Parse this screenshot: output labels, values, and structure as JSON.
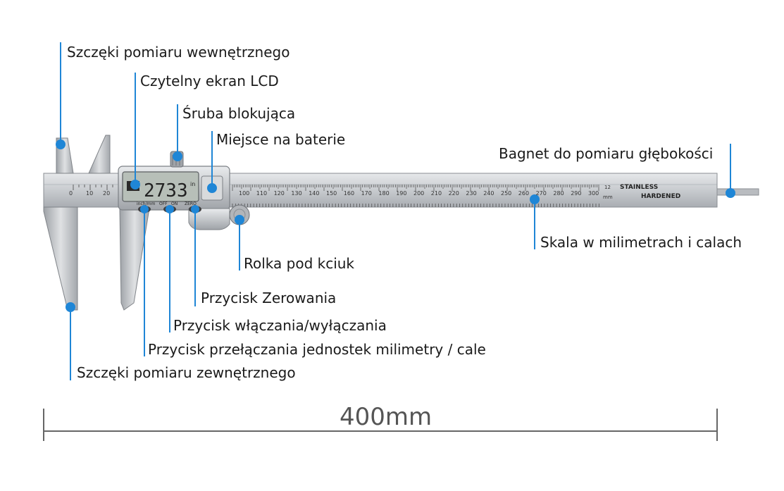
{
  "labels": {
    "inner_jaws": "Szczęki pomiaru wewnętrznego",
    "lcd": "Czytelny ekran LCD",
    "lock_screw": "Śruba blokująca",
    "battery": "Miejsce na baterie",
    "depth_rod": "Bagnet do pomiaru głębokości",
    "scale": "Skala w milimetrach i calach",
    "thumb_roller": "Rolka pod kciuk",
    "zero_button": "Przycisk Zerowania",
    "power_button": "Przycisk włączania/wyłączania",
    "unit_button": "Przycisk przełączania jednostek milimetry / cale",
    "outer_jaws": "Szczęki pomiaru zewnętrznego"
  },
  "device": {
    "display_value": "2733",
    "display_unit": "in",
    "btn_inch_mm": "inch/mm",
    "btn_off": "OFF",
    "btn_on": "ON",
    "btn_zero": "ZERO",
    "stainless": "STAINLESS",
    "hardened": "HARDENED",
    "mm_unit": "mm",
    "scale_ticks": [
      "0",
      "10",
      "20",
      "100",
      "110",
      "120",
      "130",
      "140",
      "150",
      "160",
      "170",
      "180",
      "190",
      "200",
      "210",
      "220",
      "230",
      "240",
      "250",
      "260",
      "270",
      "280",
      "290",
      "300"
    ],
    "end_mark": "12"
  },
  "dimension": {
    "length_label": "400mm"
  },
  "colors": {
    "callout": "#1f86d6",
    "steel": "#c9ccd0",
    "steel_dark": "#8f9398",
    "lcd": "#b7bfb8"
  }
}
